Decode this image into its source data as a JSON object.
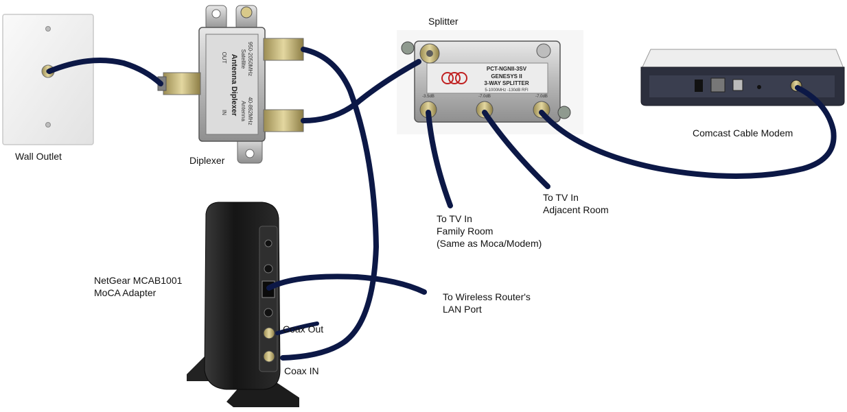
{
  "labels": {
    "wall_outlet": "Wall Outlet",
    "diplexer": "Diplexer",
    "splitter": "Splitter",
    "modem": "Comcast Cable Modem",
    "tv_family": [
      "To TV In",
      "Family Room",
      "(Same as Moca/Modem)"
    ],
    "tv_adjacent": [
      "To TV In",
      "Adjacent Room"
    ],
    "moca": [
      "NetGear MCAB1001",
      "MoCA Adapter"
    ],
    "router": [
      "To Wireless Router's",
      "LAN Port"
    ],
    "coax_out": "Coax Out",
    "coax_in": "Coax IN"
  },
  "diplexer_print": {
    "title": "Antenna Diplexer",
    "satellite": "Satellite",
    "sat_range": "950-2050MHz",
    "antenna": "Antenna",
    "ant_range": "40-862MHz",
    "out": "OUT",
    "in": "IN"
  },
  "splitter_print": {
    "model": "PCT-NGNII-3SV",
    "name": "GENESYS II",
    "type": "3-WAY SPLITTER",
    "spec": "5-1000MHz  -130dB RFI",
    "port_loss": [
      "-3.5dB",
      "-7.0dB",
      "-7.0dB"
    ]
  },
  "colors": {
    "cable": "#0c1846",
    "metal": "#c9c9c9",
    "plate": "#f1f1f1",
    "modem_body": "#2a2d3a",
    "moca_body": "#1a1a1a"
  }
}
